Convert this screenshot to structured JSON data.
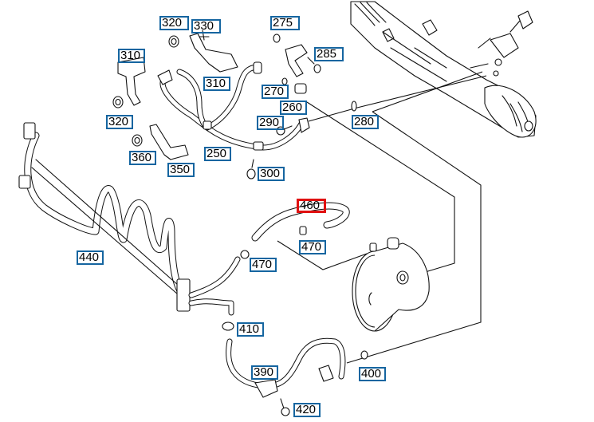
{
  "diagram": {
    "title": "Power steering hose assembly – exploded parts diagram",
    "highlight_color": "#e01010",
    "callout_color": "#1565a0",
    "selected_part": "460",
    "callouts": [
      {
        "id": "c320a",
        "label": "320"
      },
      {
        "id": "c330",
        "label": "330"
      },
      {
        "id": "c275",
        "label": "275"
      },
      {
        "id": "c285",
        "label": "285"
      },
      {
        "id": "c310a",
        "label": "310"
      },
      {
        "id": "c310b",
        "label": "310"
      },
      {
        "id": "c270",
        "label": "270"
      },
      {
        "id": "c260",
        "label": "260"
      },
      {
        "id": "c290",
        "label": "290"
      },
      {
        "id": "c280",
        "label": "280"
      },
      {
        "id": "c320b",
        "label": "320"
      },
      {
        "id": "c360",
        "label": "360"
      },
      {
        "id": "c350",
        "label": "350"
      },
      {
        "id": "c250",
        "label": "250"
      },
      {
        "id": "c300",
        "label": "300"
      },
      {
        "id": "c460",
        "label": "460",
        "highlighted": true
      },
      {
        "id": "c470a",
        "label": "470"
      },
      {
        "id": "c470b",
        "label": "470"
      },
      {
        "id": "c440",
        "label": "440"
      },
      {
        "id": "c410",
        "label": "410"
      },
      {
        "id": "c390",
        "label": "390"
      },
      {
        "id": "c400",
        "label": "400"
      },
      {
        "id": "c420",
        "label": "420"
      }
    ],
    "parts": [
      {
        "name": "steering-gear-rack"
      },
      {
        "name": "power-steering-pump"
      },
      {
        "name": "oil-cooler-line"
      },
      {
        "name": "pressure-hose"
      },
      {
        "name": "return-hose"
      },
      {
        "name": "suction-hose"
      },
      {
        "name": "brackets"
      },
      {
        "name": "nuts-and-bolts"
      },
      {
        "name": "sealing-rings"
      },
      {
        "name": "hose-clamps"
      }
    ]
  }
}
